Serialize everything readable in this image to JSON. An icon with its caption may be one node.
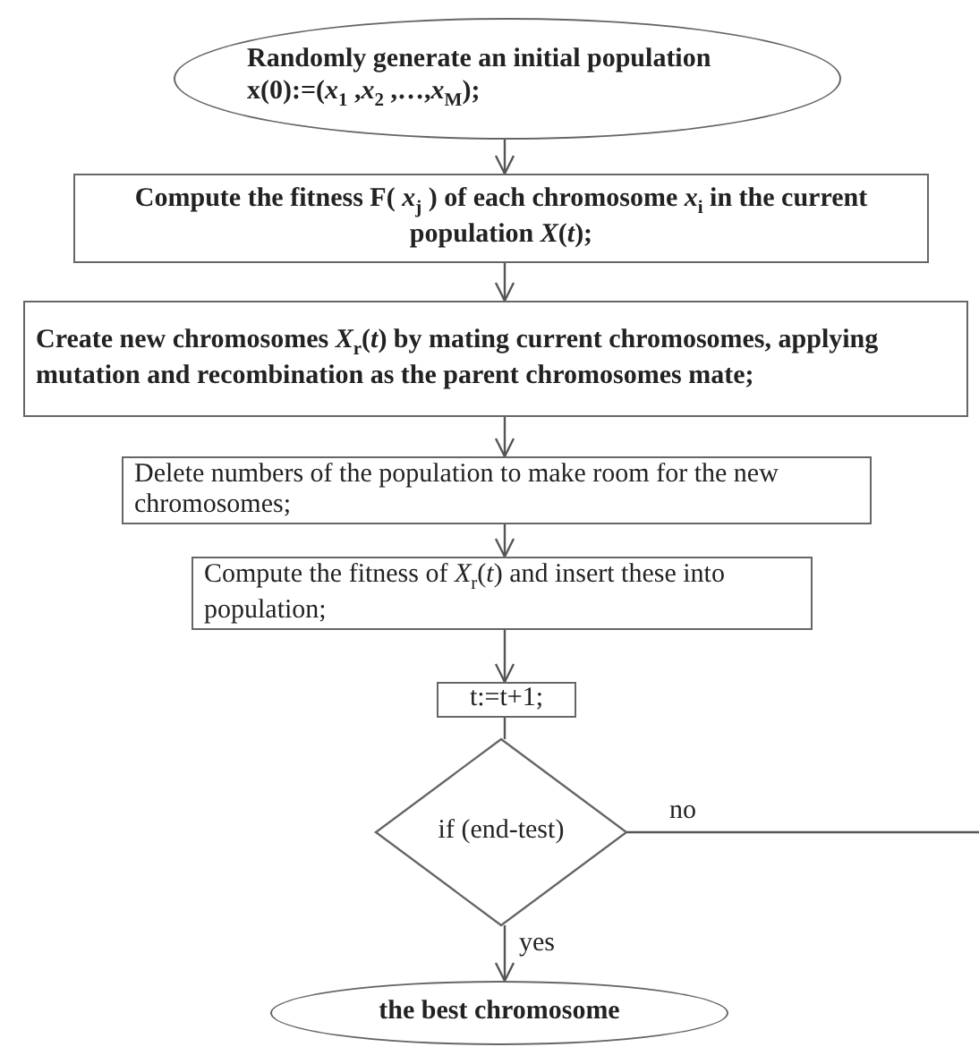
{
  "diagram": {
    "nodes": [
      {
        "text": [
          "Randomly generate an initial population x(0):=(*x*$_{1}$ ,*x*$_{2}$ ,…,*x*$_{M}$);"
        ]
      },
      {
        "text": [
          "Compute the fitness F( *x*$_{j}$ ) of each chromosome *x*$_{i}$ in the current population *X*(*t*);"
        ]
      },
      {
        "text": [
          "Create new chromosomes *X*$_{r}$(*t*) by mating current chromosomes, applying mutation and recombination as the parent chromosomes mate;"
        ]
      },
      {
        "text": [
          "Delete numbers of the population to make room for the new chromosomes;"
        ]
      },
      {
        "text": [
          "Compute the fitness of *X*$_{r}$(*t*) and insert these into population;"
        ]
      },
      {
        "text": [
          "t:=t+1;"
        ]
      },
      {
        "text": [
          "if (end-test)"
        ]
      },
      {
        "text": [
          "the best chromosome"
        ]
      }
    ],
    "edges": [
      {
        "from": 0,
        "to": 1,
        "arrow": "to"
      },
      {
        "from": 1,
        "to": 2,
        "arrow": "to"
      },
      {
        "from": 2,
        "to": 3,
        "arrow": "to"
      },
      {
        "from": 3,
        "to": 4,
        "arrow": "to"
      },
      {
        "from": 4,
        "to": 5,
        "arrow": "to"
      },
      {
        "from": 5,
        "to": 6,
        "arrow": "none"
      },
      {
        "from": 6,
        "to": 7,
        "arrow": "to",
        "label": "yes"
      },
      {
        "from": 6,
        "to": null,
        "arrow": "none",
        "label": "no"
      }
    ]
  }
}
